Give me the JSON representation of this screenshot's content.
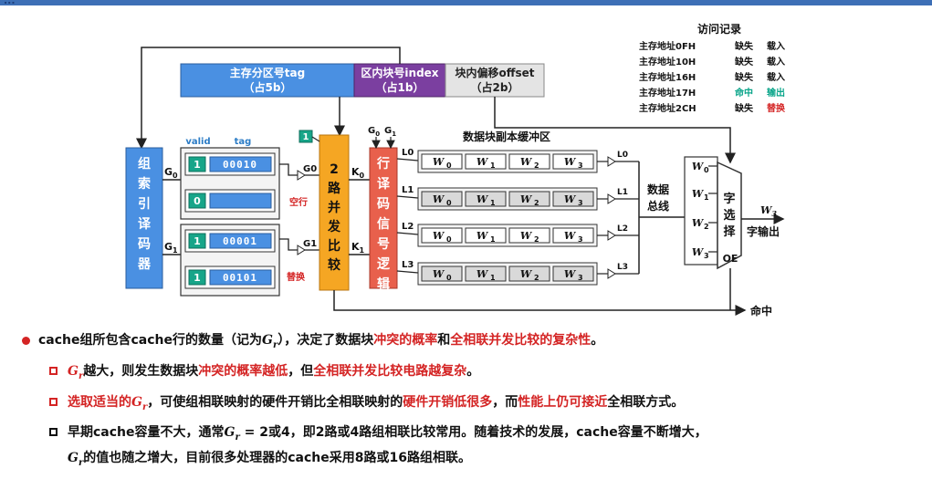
{
  "header": {
    "fragment": "..."
  },
  "address": {
    "tag": "主存分区号tag",
    "tag_bits": "（占5b）",
    "index": "区内块号index",
    "index_bits": "（占1b）",
    "offset": "块内偏移offset",
    "offset_bits": "（占2b）"
  },
  "access_log": {
    "title": "访问记录",
    "rows": [
      {
        "addr": "主存地址0FH",
        "result": "缺失",
        "action": "载入"
      },
      {
        "addr": "主存地址10H",
        "result": "缺失",
        "action": "载入"
      },
      {
        "addr": "主存地址16H",
        "result": "缺失",
        "action": "载入"
      },
      {
        "addr": "主存地址17H",
        "result": "命中",
        "action": "输出"
      },
      {
        "addr": "主存地址2CH",
        "result": "缺失",
        "action": "替换"
      }
    ],
    "colors": {
      "hit": "#0aa58a",
      "replace": "#d42424",
      "normal": "#111111"
    }
  },
  "decoder": {
    "label": "组索引译码器",
    "g0": "G",
    "g0_sub": "0",
    "g1": "G",
    "g1_sub": "1"
  },
  "cache": {
    "valid_header": "valid",
    "tag_header": "tag",
    "lines": [
      {
        "valid": "1",
        "tag": "00010"
      },
      {
        "valid": "0",
        "tag": ""
      },
      {
        "valid": "1",
        "tag": "00001"
      },
      {
        "valid": "1",
        "tag": "00101"
      }
    ],
    "empty_label": "空行",
    "replace_label": "替换"
  },
  "comparator": {
    "label": "2路并发比较",
    "k0": "K",
    "k0_sub": "0",
    "k1": "K",
    "k1_sub": "1",
    "one": "1"
  },
  "line_decoder": {
    "label": "行译码信号逻辑",
    "g0": "G",
    "g1": "G"
  },
  "buffer": {
    "title": "数据块副本缓冲区",
    "lines": [
      "L",
      "L",
      "L",
      "L"
    ],
    "words": [
      "W",
      "W",
      "W",
      "W"
    ],
    "subs": [
      "0",
      "1",
      "2",
      "3"
    ]
  },
  "bus": {
    "label": "数据总线"
  },
  "selector": {
    "label": "字选择",
    "oe": "OE",
    "output_word": "W",
    "output_sub": "3",
    "output_label": "字输出",
    "hit_label": "命中"
  },
  "bullets": {
    "b1": [
      {
        "t": "cache组所包含cache行的数量（记为",
        "c": "n"
      },
      {
        "t": "G",
        "c": "g"
      },
      {
        "t": "），决定了数据块",
        "c": "n"
      },
      {
        "t": "冲突的概率",
        "c": "r"
      },
      {
        "t": "和",
        "c": "n"
      },
      {
        "t": "全相联并发比较的复杂性",
        "c": "r"
      },
      {
        "t": "。",
        "c": "n"
      }
    ],
    "b2": [
      {
        "t": "G",
        "c": "gr"
      },
      {
        "t": "越大，则发生数据块",
        "c": "n"
      },
      {
        "t": "冲突的概率越低",
        "c": "r"
      },
      {
        "t": "，但",
        "c": "n"
      },
      {
        "t": "全相联并发比较电路越复杂",
        "c": "r"
      },
      {
        "t": "。",
        "c": "n"
      }
    ],
    "b3": [
      {
        "t": "选取适当的",
        "c": "r"
      },
      {
        "t": "G",
        "c": "gr"
      },
      {
        "t": "，可使组相联映射的硬件开销比全相联映射的",
        "c": "n"
      },
      {
        "t": "硬件开销低很多",
        "c": "r"
      },
      {
        "t": "，而",
        "c": "n"
      },
      {
        "t": "性能上仍可接近",
        "c": "r"
      },
      {
        "t": "全相联方式。",
        "c": "n"
      }
    ],
    "b4a": [
      {
        "t": "早期cache容量不大，通常",
        "c": "n"
      },
      {
        "t": "G",
        "c": "g"
      },
      {
        "t": " = 2或4，即2路或4路组相联比较常用。随着技术的发展，cache容量不断增大，",
        "c": "n"
      }
    ],
    "b4b": [
      {
        "t": "G",
        "c": "g"
      },
      {
        "t": "的值也随之增大，目前很多处理器的cache采用8路或16路组相联。",
        "c": "n"
      }
    ]
  }
}
